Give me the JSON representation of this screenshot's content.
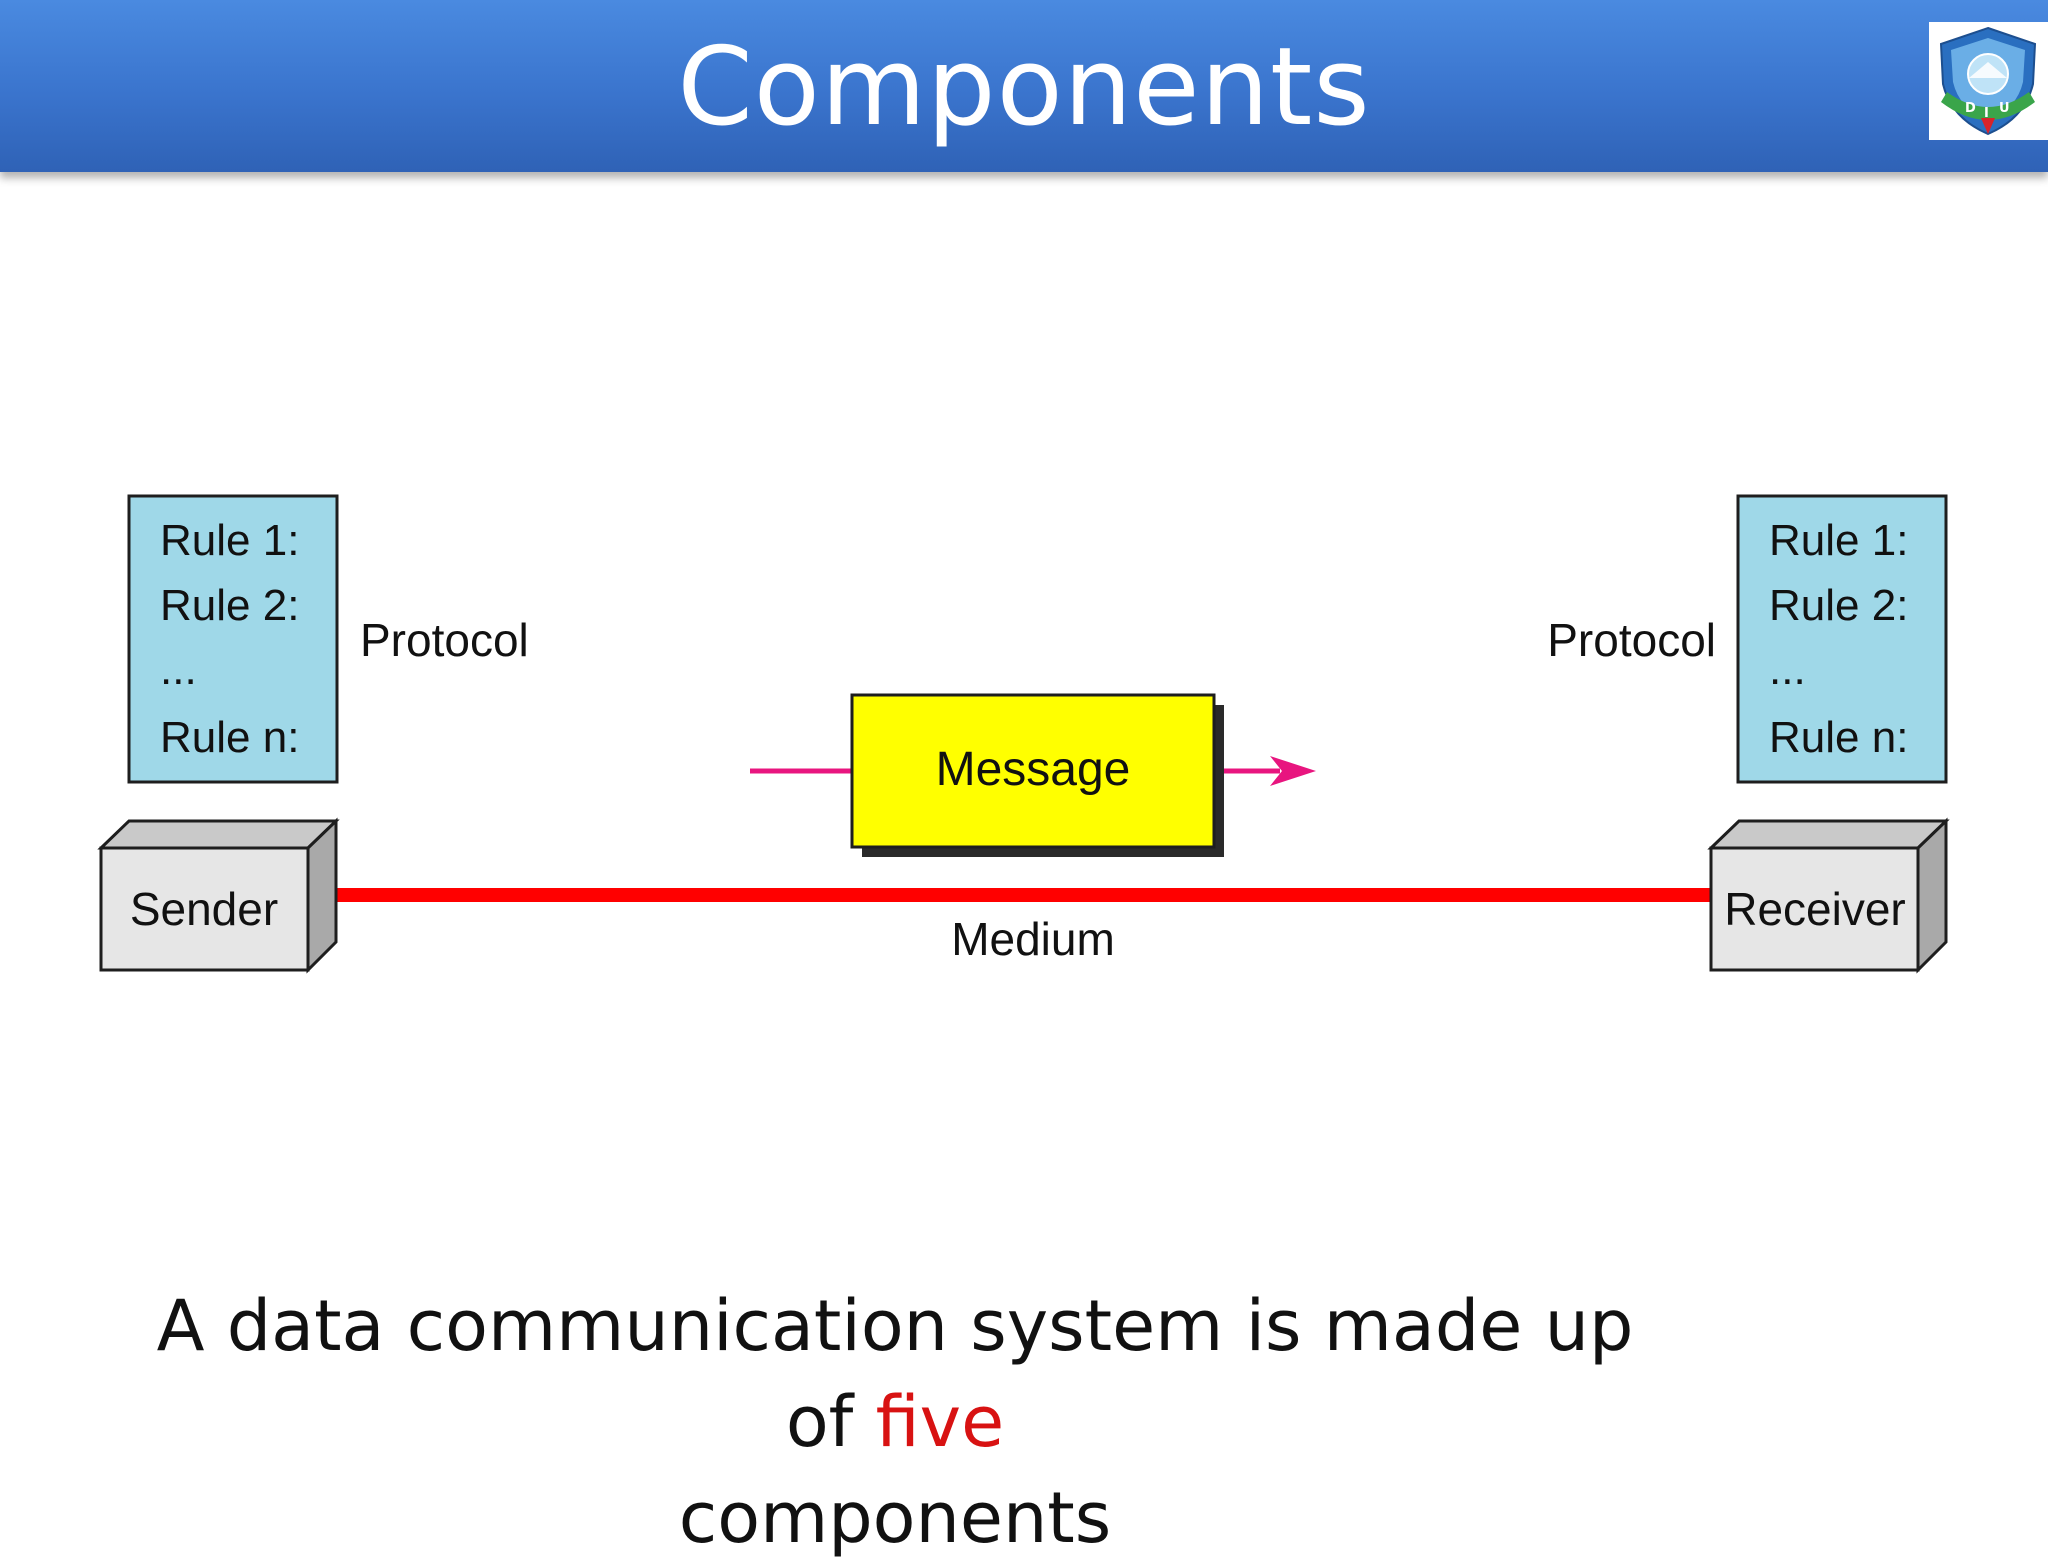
{
  "slide": {
    "title": "Components",
    "caption_before": "A data communication system is made up of",
    "caption_highlight": "five",
    "caption_after": "components"
  },
  "diagram": {
    "sender": {
      "rules": [
        "Rule 1:",
        "Rule 2:",
        "...",
        "Rule n:"
      ],
      "protocol_label": "Protocol",
      "device_label": "Sender"
    },
    "receiver": {
      "rules": [
        "Rule 1:",
        "Rule 2:",
        "...",
        "Rule n:"
      ],
      "protocol_label": "Protocol",
      "device_label": "Receiver"
    },
    "message_label": "Message",
    "medium_label": "Medium"
  },
  "colors": {
    "title_bar": "#3a74cd",
    "protocol_box": "#9fd8e8",
    "message_box": "#ffff00",
    "device_face": "#e6e6e6",
    "device_side": "#a9a9a9",
    "medium_line": "#ff0000",
    "message_arrow": "#e8157f",
    "highlight_text": "#d81212"
  },
  "icons": {
    "logo": "university-crest-logo"
  }
}
